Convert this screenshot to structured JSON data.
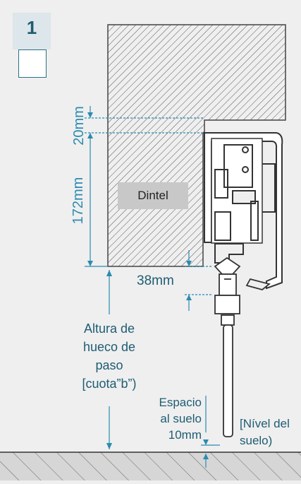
{
  "step": {
    "number": "1"
  },
  "labels": {
    "dintel": "Dintel",
    "dim_20": "20mm",
    "dim_172": "172mm",
    "dim_38": "38mm",
    "altura_1": "Altura de",
    "altura_2": "hueco de",
    "altura_3": "paso",
    "altura_4": "[cuota”b”)",
    "espacio_1": "Espacio",
    "espacio_2": "al suelo",
    "espacio_3": "10mm",
    "nivel_1": "[Nível del",
    "nivel_2": "suelo)"
  },
  "colors": {
    "dimension": "#2b8bb0",
    "text": "#1e5c73",
    "hatch": "#555555",
    "background": "#efefef"
  }
}
